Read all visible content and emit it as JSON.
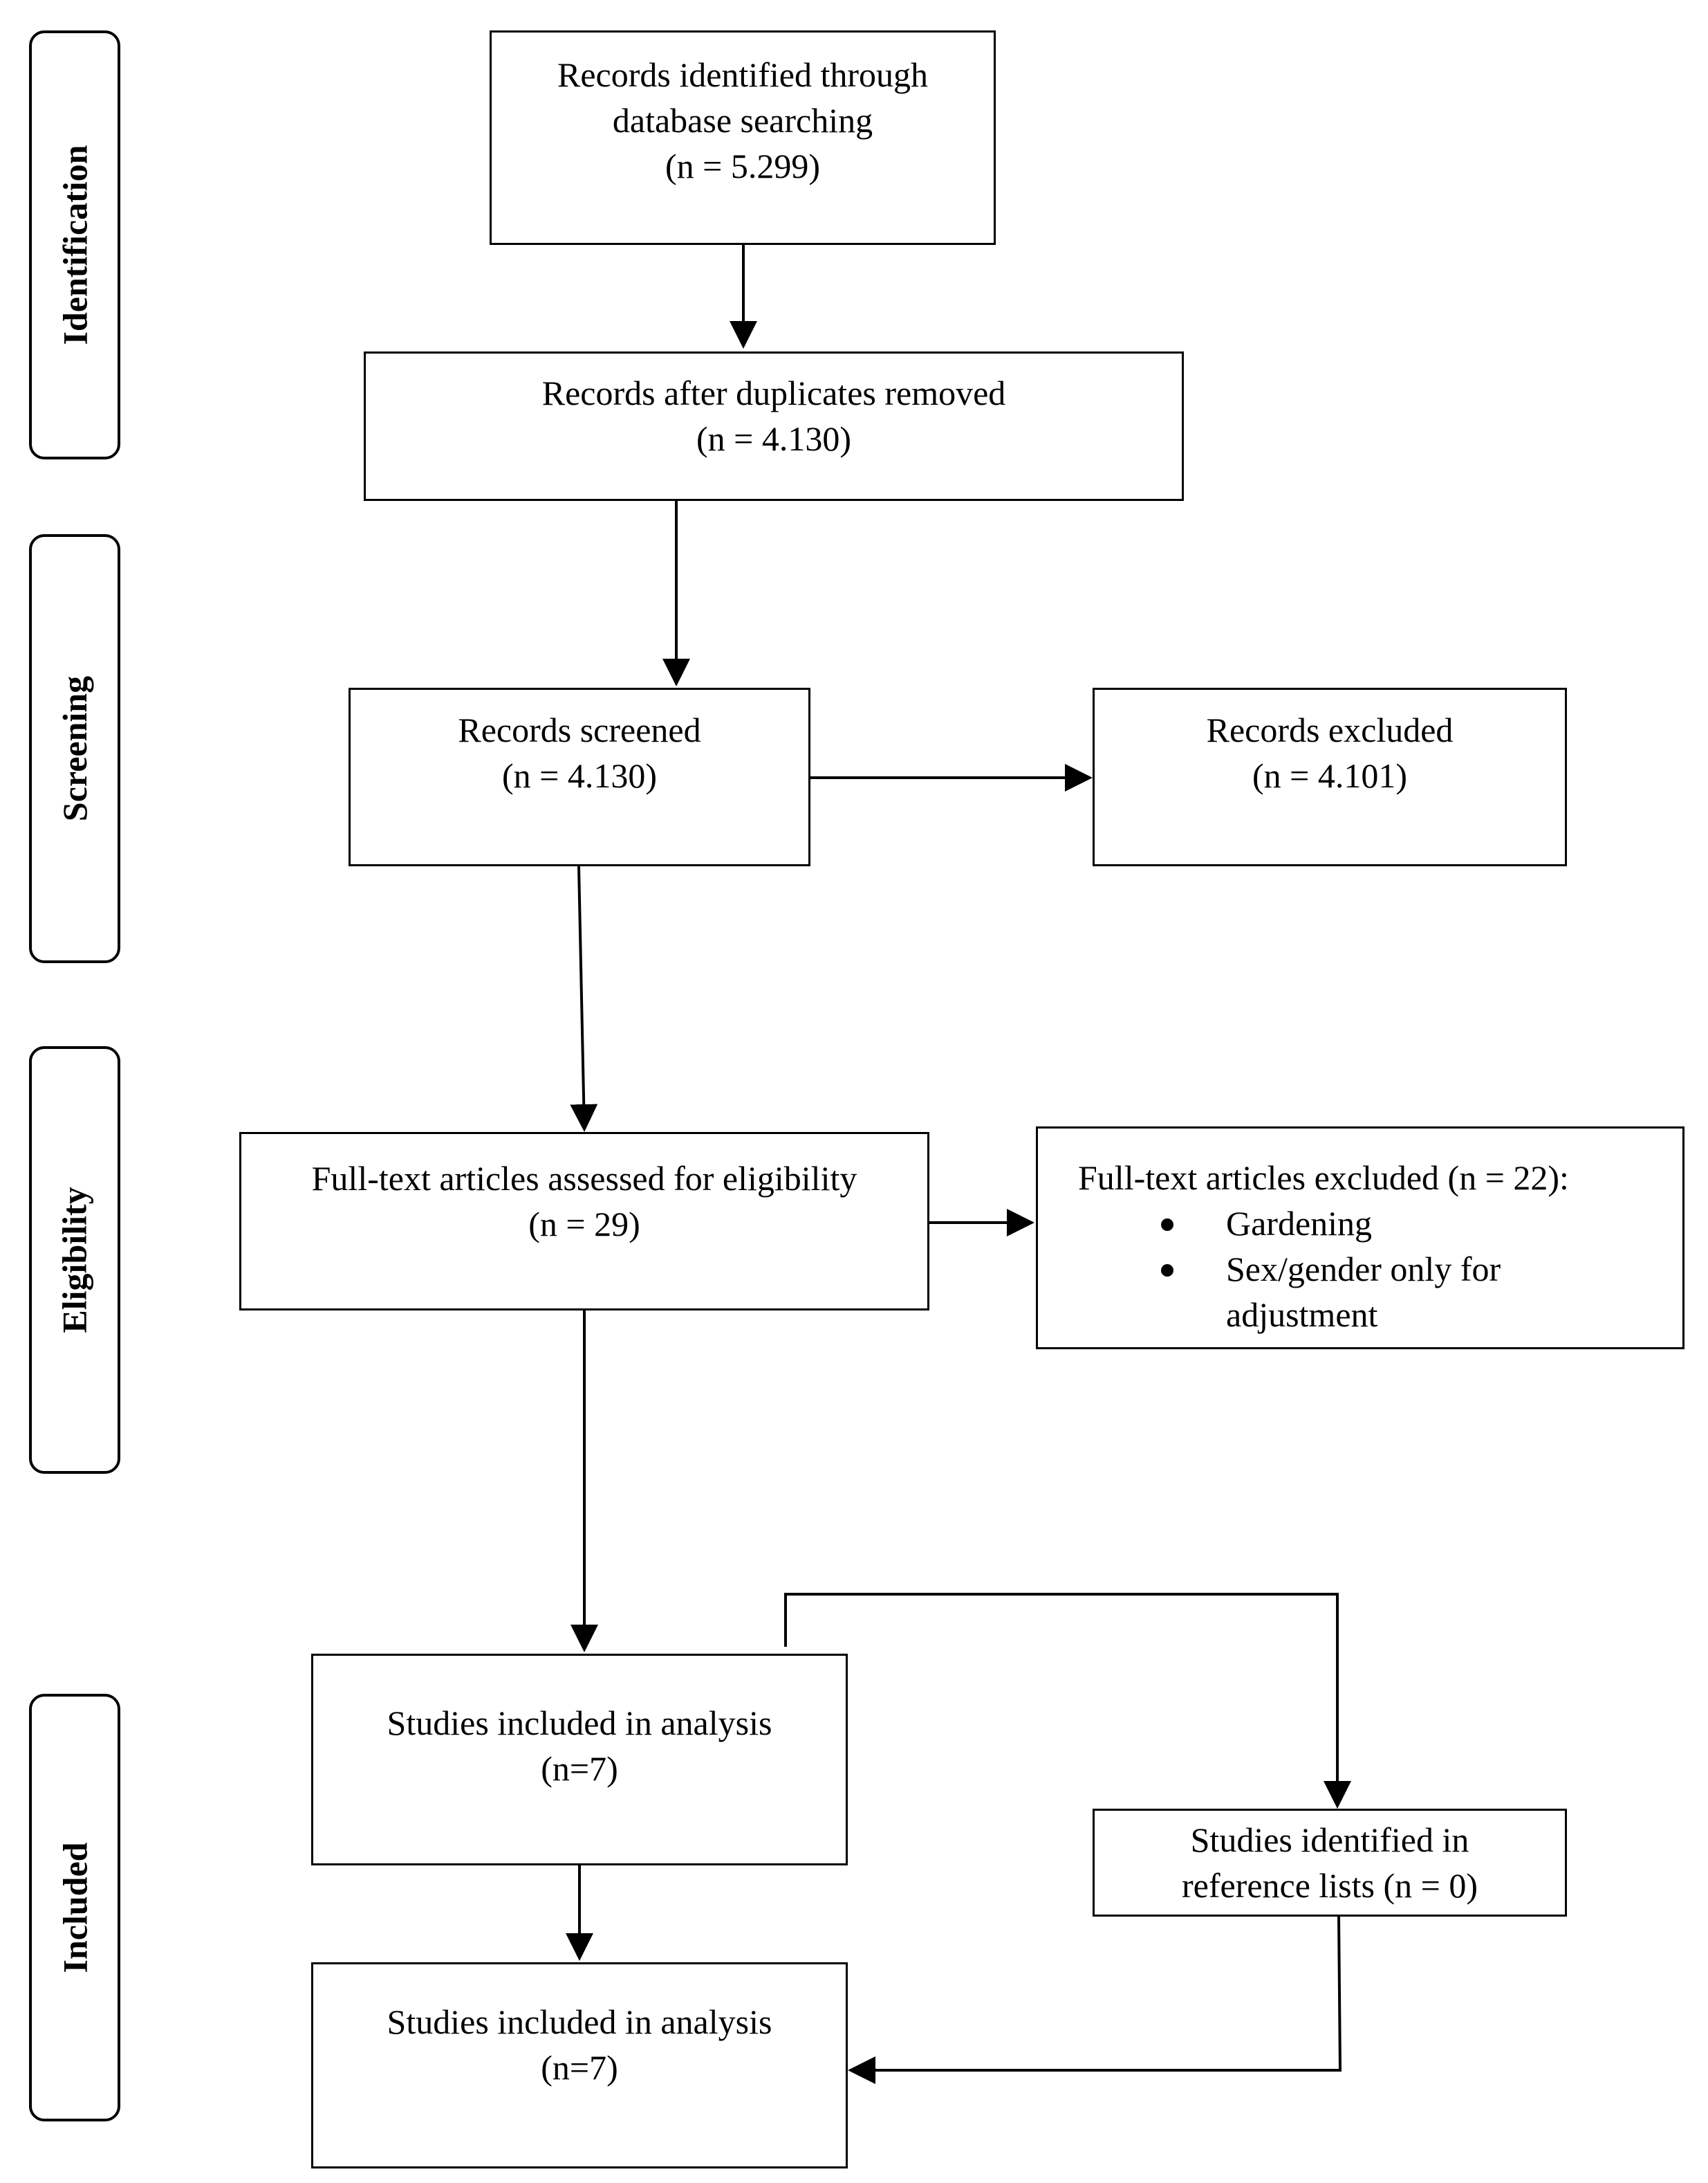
{
  "stages": [
    {
      "id": "identification",
      "label": "Identification"
    },
    {
      "id": "screening",
      "label": "Screening"
    },
    {
      "id": "eligibility",
      "label": "Eligibility"
    },
    {
      "id": "included",
      "label": "Included"
    }
  ],
  "boxes": {
    "identified": {
      "lines": [
        "Records identified through",
        "database searching",
        "(n = 5.299)"
      ]
    },
    "dedup": {
      "lines": [
        "Records after duplicates removed",
        "(n = 4.130)"
      ]
    },
    "screened": {
      "lines": [
        "Records screened",
        "(n = 4.130)"
      ]
    },
    "excluded": {
      "lines": [
        "Records excluded",
        "(n = 4.101)"
      ]
    },
    "fulltext": {
      "lines": [
        "Full-text articles assessed for eligibility",
        "(n = 29)"
      ]
    },
    "fulltext_excluded": {
      "heading": "Full-text articles excluded (n = 22):",
      "items": [
        "Gardening",
        "Sex/gender only for",
        "adjustment"
      ]
    },
    "included_1": {
      "lines": [
        "Studies included in analysis",
        "(n=7)"
      ]
    },
    "reference_lists": {
      "lines": [
        "Studies identified in",
        "reference lists (n = 0)"
      ]
    },
    "included_2": {
      "lines": [
        "Studies included in analysis",
        "(n=7)"
      ]
    }
  }
}
